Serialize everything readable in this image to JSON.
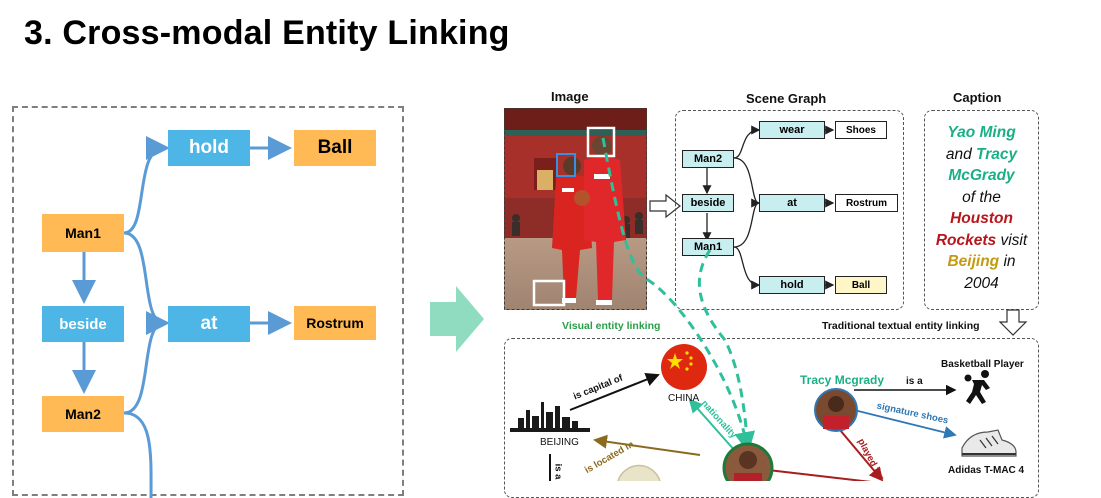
{
  "title": "3. Cross-modal Entity Linking",
  "left_graph": {
    "man1": "Man1",
    "man2": "Man2",
    "beside": "beside",
    "hold": "hold",
    "at": "at",
    "ball": "Ball",
    "rostrum": "Rostrum"
  },
  "right": {
    "image_header": "Image",
    "scene_graph_header": "Scene Graph",
    "caption_header": "Caption",
    "scene_graph": {
      "man2": "Man2",
      "beside": "beside",
      "man1": "Man1",
      "wear": "wear",
      "shoes": "Shoes",
      "at": "at",
      "rostrum": "Rostrum",
      "hold": "hold",
      "ball": "Ball"
    },
    "caption": [
      [
        {
          "text": "Yao Ming",
          "color": "#1aaf85",
          "bold": true
        }
      ],
      [
        {
          "text": "and ",
          "color": "#111111",
          "bold": false
        },
        {
          "text": "Tracy",
          "color": "#1aaf85",
          "bold": true
        }
      ],
      [
        {
          "text": "McGrady",
          "color": "#1aaf85",
          "bold": true
        }
      ],
      [
        {
          "text": "of the",
          "color": "#111111",
          "bold": false
        }
      ],
      [
        {
          "text": "Houston",
          "color": "#b8161d",
          "bold": true
        }
      ],
      [
        {
          "text": "Rockets",
          "color": "#b8161d",
          "bold": true
        },
        {
          "text": " visit",
          "color": "#111111",
          "bold": false
        }
      ],
      [
        {
          "text": "Beijing",
          "color": "#c49a10",
          "bold": true
        },
        {
          "text": " in",
          "color": "#111111",
          "bold": false
        }
      ],
      [
        {
          "text": "2004",
          "color": "#111111",
          "bold": false
        }
      ]
    ],
    "visual_linking_label": "Visual entity linking",
    "textual_linking_label": "Traditional textual entity linking",
    "kg": {
      "is_capital_of": "is capital of",
      "china": "CHINA",
      "nationality": "nationality",
      "beijing": "BEIJING",
      "is_located_in": "is located in",
      "is_a_vertical": "is a",
      "tracy": "Tracy Mcgrady",
      "is_a": "is a",
      "basketball_player": "Basketball Player",
      "signature_shoes": "signature shoes",
      "played_for": "played for",
      "adidas": "Adidas T-MAC 4"
    }
  },
  "colors": {
    "orange_node": "#ffb955",
    "blue_node": "#4db6e6",
    "connector": "#5b9bd5",
    "visual_link": "#2fbf9a",
    "caption_teal": "#1aaf85",
    "caption_red": "#b8161d",
    "caption_gold": "#c49a10",
    "big_arrow": "#8fdcc0"
  }
}
